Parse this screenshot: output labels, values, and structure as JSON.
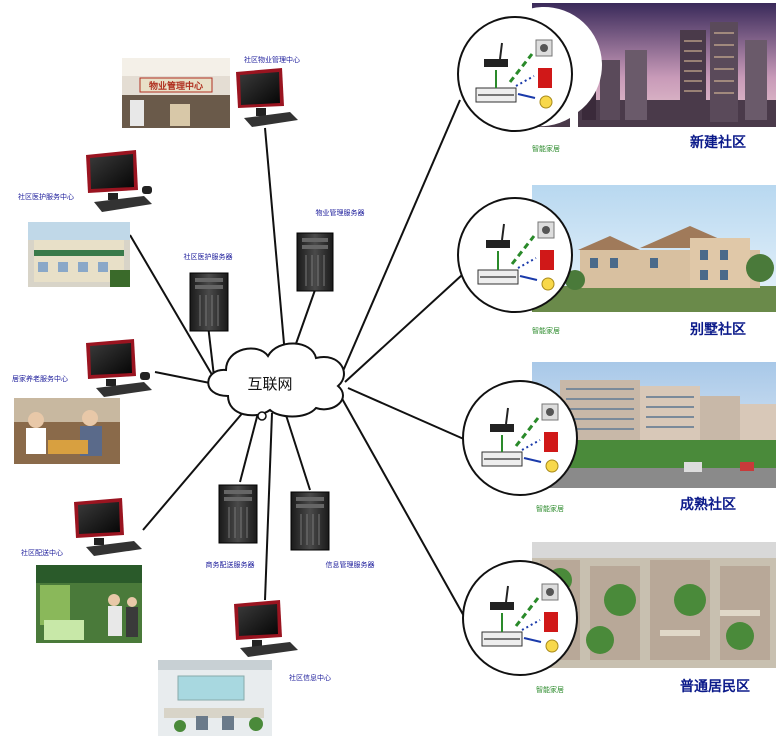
{
  "center": {
    "label": "互联网"
  },
  "left_nodes": [
    {
      "id": "property",
      "label": "社区物业管理中心",
      "photo_caption": "物业管理中心"
    },
    {
      "id": "care",
      "label": "社区医护服务中心",
      "photo_caption": ""
    },
    {
      "id": "elder",
      "label": "居家养老服务中心",
      "photo_caption": ""
    },
    {
      "id": "delivery",
      "label": "社区配送中心",
      "photo_caption": ""
    },
    {
      "id": "info",
      "label": "社区信息中心",
      "photo_caption": ""
    }
  ],
  "servers": [
    {
      "id": "property_server",
      "label": "物业管理服务器"
    },
    {
      "id": "care_server",
      "label": "社区医护服务器"
    },
    {
      "id": "commerce_server",
      "label": "商务配送服务器"
    },
    {
      "id": "info_server",
      "label": "信息管理服务器"
    }
  ],
  "right_nodes": [
    {
      "id": "new",
      "title": "新建社区",
      "smart_home": "智能家居"
    },
    {
      "id": "villa",
      "title": "别墅社区",
      "smart_home": "智能家居"
    },
    {
      "id": "mature",
      "title": "成熟社区",
      "smart_home": "智能家居"
    },
    {
      "id": "ordinary",
      "title": "普通居民区",
      "smart_home": "智能家居"
    }
  ],
  "colors": {
    "title": "#0b1a8a",
    "small_label": "#1a1a9a",
    "smart_home_label": "#2a8a2a",
    "line": "#111111",
    "monitor_frame": "#9a1420"
  }
}
